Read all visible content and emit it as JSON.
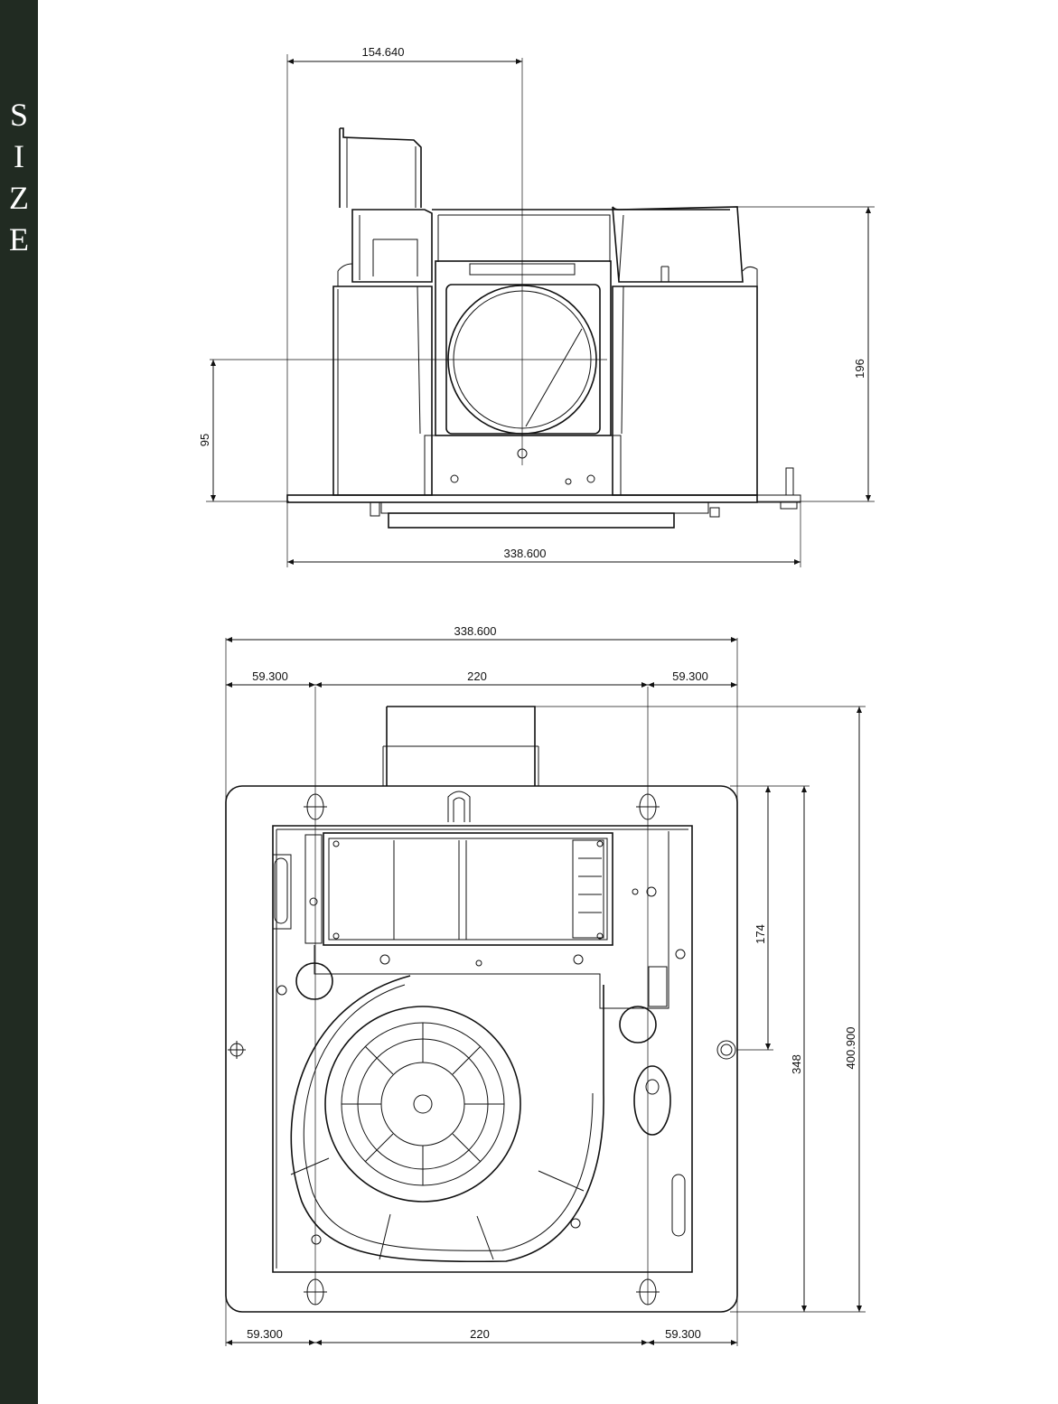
{
  "sidebar": {
    "title_letters": [
      "S",
      "I",
      "Z",
      "E"
    ],
    "background": "#212b22"
  },
  "dimensions": {
    "side_top_width": "154.640",
    "side_height": "196",
    "side_center_height": "95",
    "side_width": "338.600",
    "plan_width": "338.600",
    "plan_top_left": "59.300",
    "plan_top_center": "220",
    "plan_top_right": "59.300",
    "plan_bottom_left": "59.300",
    "plan_bottom_center": "220",
    "plan_bottom_right": "59.300",
    "plan_height_174": "174",
    "plan_height_348": "348",
    "plan_height_total": "400.900"
  }
}
